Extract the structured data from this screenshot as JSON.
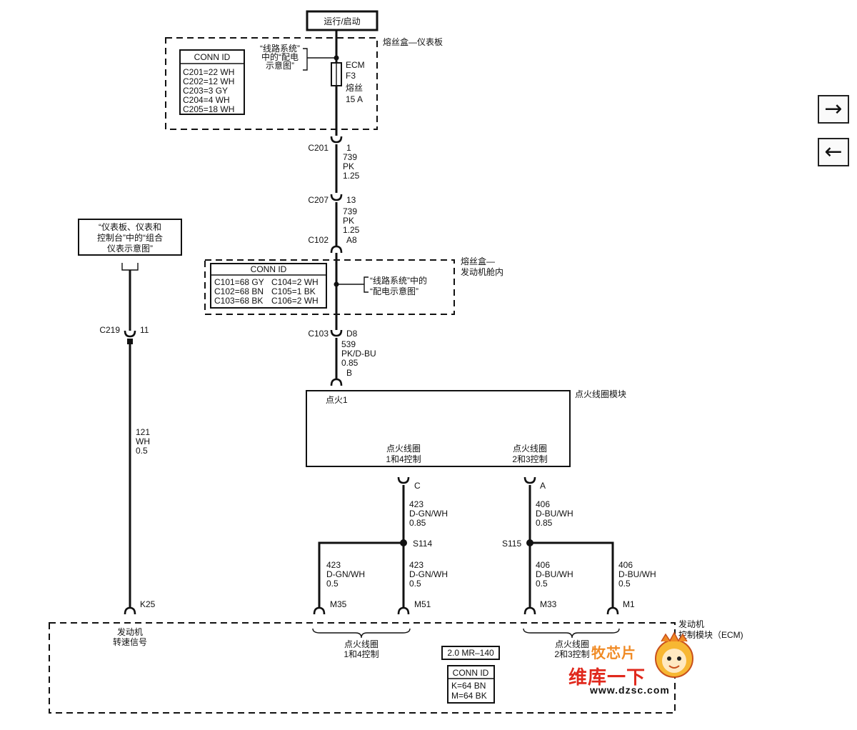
{
  "power": {
    "label": "运行/启动"
  },
  "fuse_box_ip": {
    "title": "熔丝盒—仪表板",
    "conn_title": "CONN ID",
    "conns": [
      "C201=22 WH",
      "C202=12 WH",
      "C203=3 GY",
      "C204=4 WH",
      "C205=18 WH"
    ],
    "ref": [
      "“线路系统”",
      "中的“配电",
      "示意图”"
    ],
    "fuse": [
      "ECM",
      "F3",
      "熔丝",
      "15 A"
    ]
  },
  "wire_c201": {
    "connector": "C201",
    "pin": "1",
    "circuit": "739",
    "color": "PK",
    "gauge": "1.25"
  },
  "wire_c207": {
    "connector": "C207",
    "pin": "13",
    "circuit": "739",
    "color": "PK",
    "gauge": "1.25"
  },
  "c102": {
    "connector": "C102",
    "pin": "A8"
  },
  "fuse_box_eng": {
    "title": [
      "熔丝盒—",
      "发动机舱内"
    ],
    "conn_title": "CONN ID",
    "conns_left": [
      "C101=68 GY",
      "C102=68 BN",
      "C103=68 BK"
    ],
    "conns_right": [
      "C104=2 WH",
      "C105=1 BK",
      "C106=2 WH"
    ],
    "ref": [
      "“线路系统”中的",
      "“配电示意图”"
    ]
  },
  "wire_c103": {
    "connector": "C103",
    "pin": "D8",
    "circuit": "539",
    "color": "PK/D-BU",
    "gauge": "0.85",
    "pin_b": "B"
  },
  "cluster_ref": {
    "lines": [
      "“仪表板、仪表和",
      "控制台”中的“组合",
      "仪表示意图”"
    ]
  },
  "wire_c219": {
    "connector": "C219",
    "pin": "11",
    "circuit": "121",
    "color": "WH",
    "gauge": "0.5",
    "ecm_pin": "K25"
  },
  "coil_module": {
    "title": "点火线圈模块",
    "ign_label": "点火1",
    "ctrl14": [
      "点火线圈",
      "1和4控制"
    ],
    "ctrl23": [
      "点火线圈",
      "2和3控制"
    ],
    "pin_c": "C",
    "pin_a": "A"
  },
  "wire_423": {
    "circuit": "423",
    "color": "D-GN/WH",
    "gauge": "0.85"
  },
  "wire_406": {
    "circuit": "406",
    "color": "D-BU/WH",
    "gauge": "0.85"
  },
  "splice_s114": {
    "name": "S114"
  },
  "splice_s115": {
    "name": "S115"
  },
  "branch_m35": {
    "circuit": "423",
    "color": "D-GN/WH",
    "gauge": "0.5",
    "pin": "M35"
  },
  "branch_m51": {
    "circuit": "423",
    "color": "D-GN/WH",
    "gauge": "0.5",
    "pin": "M51"
  },
  "branch_m33": {
    "circuit": "406",
    "color": "D-BU/WH",
    "gauge": "0.5",
    "pin": "M33"
  },
  "branch_m1": {
    "circuit": "406",
    "color": "D-BU/WH",
    "gauge": "0.5",
    "pin": "M1"
  },
  "ecm": {
    "title": [
      "发动机",
      "控制模块（ECM)"
    ],
    "rpm": [
      "发动机",
      "转速信号"
    ],
    "ctrl14": [
      "点火线圈",
      "1和4控制"
    ],
    "ctrl23": [
      "点火线圈",
      "2和3控制"
    ],
    "engine_code": "2.0 MR–140",
    "conn_title": "CONN ID",
    "conns": [
      "K=64 BN",
      "M=64 BK"
    ]
  },
  "nav": {
    "next": "→",
    "prev": "←"
  },
  "watermark": {
    "top": "牧芯片",
    "middle": "维库一下",
    "url": "www.dzsc.com"
  }
}
